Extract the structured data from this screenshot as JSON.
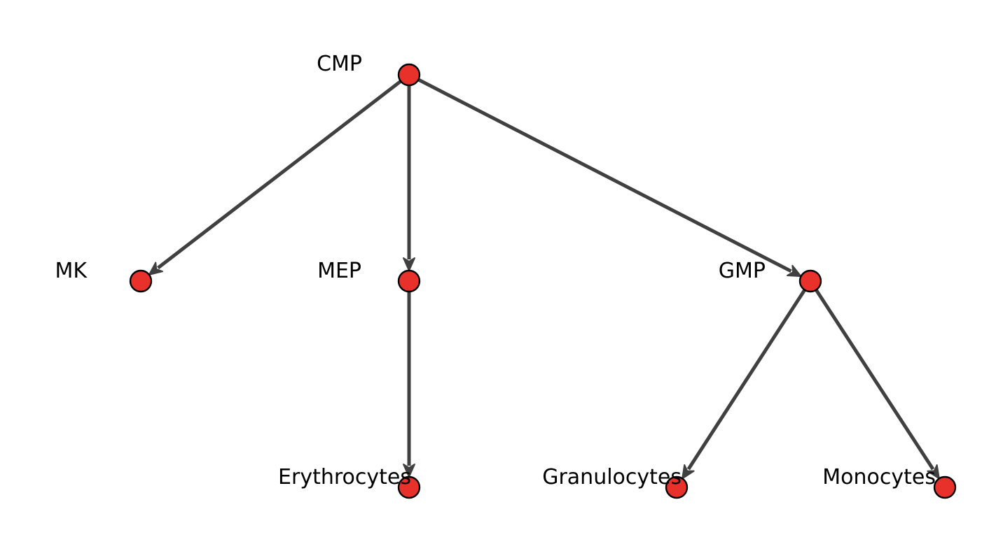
{
  "diagram": {
    "type": "directed-tree",
    "colors": {
      "node_fill": "#e8312a",
      "node_stroke": "#000000",
      "edge": "#404040",
      "label": "#000000",
      "background": "#ffffff"
    },
    "nodes": [
      {
        "id": "CMP",
        "label": "CMP",
        "level": 0
      },
      {
        "id": "MK",
        "label": "MK",
        "level": 1
      },
      {
        "id": "MEP",
        "label": "MEP",
        "level": 1
      },
      {
        "id": "GMP",
        "label": "GMP",
        "level": 1
      },
      {
        "id": "Erythrocytes",
        "label": "Erythrocytes",
        "level": 2
      },
      {
        "id": "Granulocytes",
        "label": "Granulocytes",
        "level": 2
      },
      {
        "id": "Monocytes",
        "label": "Monocytes",
        "level": 2
      }
    ],
    "edges": [
      {
        "from": "CMP",
        "to": "MK"
      },
      {
        "from": "CMP",
        "to": "MEP"
      },
      {
        "from": "CMP",
        "to": "GMP"
      },
      {
        "from": "MEP",
        "to": "Erythrocytes"
      },
      {
        "from": "GMP",
        "to": "Granulocytes"
      },
      {
        "from": "GMP",
        "to": "Monocytes"
      }
    ]
  }
}
